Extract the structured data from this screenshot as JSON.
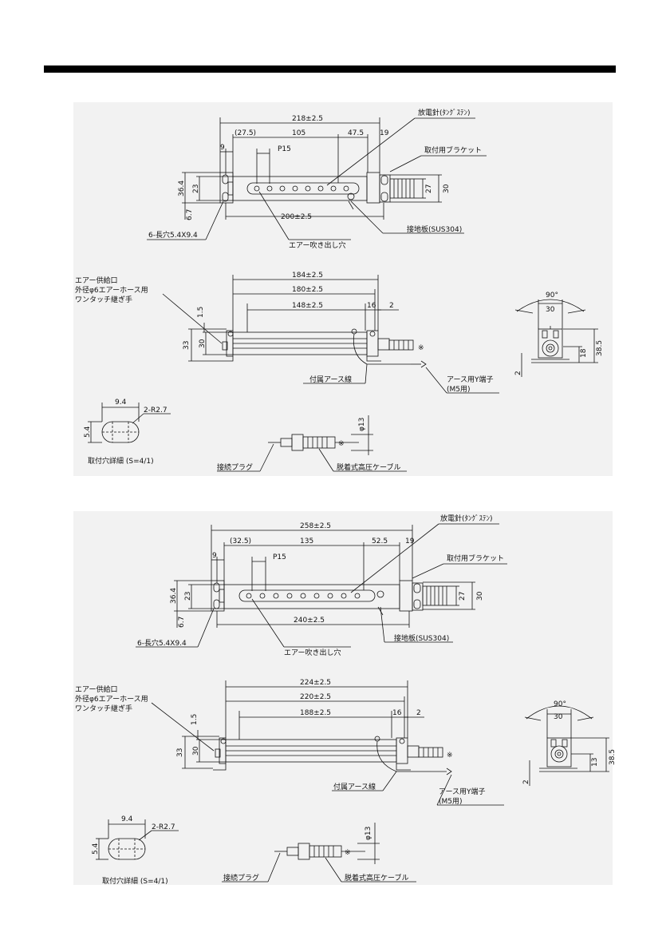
{
  "panel1": {
    "top": {
      "overall": "218±2.5",
      "d_27_5": "(27.5)",
      "d_105": "105",
      "d_47_5": "47.5",
      "d_19": "19",
      "d_9": "9",
      "pitch": "P15",
      "h_36_4": "36.4",
      "h_23": "23",
      "h_6_7": "6.7",
      "h_27": "27",
      "h_30": "30",
      "d_200": "200±2.5",
      "lbl_needle": "放電針(ﾀﾝｸﾞｽﾃﾝ)",
      "lbl_bracket": "取付用ブラケット",
      "lbl_slot": "6-長穴5.4X9.4",
      "lbl_air_hole": "エアー吹き出し穴",
      "lbl_ground_plate": "接地板(SUS304)"
    },
    "side": {
      "d_184": "184±2.5",
      "d_180": "180±2.5",
      "d_148": "148±2.5",
      "d_16": "16",
      "d_2": "2",
      "h_1_5": "1.5",
      "h_33": "33",
      "h_30": "30",
      "lbl_air1": "エアー供給口",
      "lbl_air2": "外径φ6エアーホース用",
      "lbl_air3": "ワンタッチ継ぎ手",
      "lbl_ground_wire": "付属アース線",
      "lbl_yterm1": "アース用Y端子",
      "lbl_yterm2": "(M5用)",
      "mark": "※"
    },
    "end": {
      "angle": "90°",
      "w_30": "30",
      "h_18": "18",
      "h_38_5": "38.5",
      "h_2": "2"
    },
    "detail": {
      "w_9_4": "9.4",
      "h_5_4": "5.4",
      "radius": "2-R2.7",
      "caption": "取付穴詳細 (S=4/1)",
      "dia": "φ13",
      "mark": "※",
      "lbl_plug": "接続プラグ",
      "lbl_cable": "脱着式高圧ケーブル"
    }
  },
  "panel2": {
    "top": {
      "overall": "258±2.5",
      "d_32_5": "(32.5)",
      "d_135": "135",
      "d_52_5": "52.5",
      "d_19": "19",
      "d_9": "9",
      "pitch": "P15",
      "h_36_4": "36.4",
      "h_23": "23",
      "h_6_7": "6.7",
      "h_27": "27",
      "h_30": "30",
      "d_240": "240±2.5",
      "lbl_needle": "放電針(ﾀﾝｸﾞｽﾃﾝ)",
      "lbl_bracket": "取付用ブラケット",
      "lbl_slot": "6-長穴5.4X9.4",
      "lbl_air_hole": "エアー吹き出し穴",
      "lbl_ground_plate": "接地板(SUS304)"
    },
    "side": {
      "d_224": "224±2.5",
      "d_220": "220±2.5",
      "d_188": "188±2.5",
      "d_16": "16",
      "d_2": "2",
      "h_1_5": "1.5",
      "h_33": "33",
      "h_30": "30",
      "lbl_air1": "エアー供給口",
      "lbl_air2": "外径φ6エアーホース用",
      "lbl_air3": "ワンタッチ継ぎ手",
      "lbl_ground_wire": "付属アース線",
      "lbl_yterm1": "アース用Y端子",
      "lbl_yterm2": "(M5用)",
      "mark": "※"
    },
    "end": {
      "angle": "90°",
      "w_30": "30",
      "h_13": "13",
      "h_38_5": "38.5",
      "h_2": "2"
    },
    "detail": {
      "w_9_4": "9.4",
      "h_5_4": "5.4",
      "radius": "2-R2.7",
      "caption": "取付穴詳細 (S=4/1)",
      "dia": "φ13",
      "mark": "※",
      "lbl_plug": "接続プラグ",
      "lbl_cable": "脱着式高圧ケーブル"
    }
  }
}
